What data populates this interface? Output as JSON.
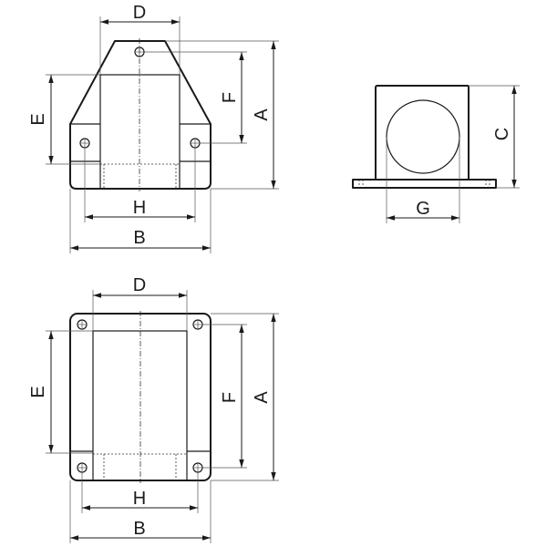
{
  "drawing": {
    "description": "Technical dimension drawing of a mounting bracket / flange housing",
    "views": [
      {
        "name": "front-view-trapezoid",
        "dimension_labels": {
          "top": "D",
          "left": "E",
          "right_inner": "F",
          "right_outer": "A",
          "bottom_inner": "H",
          "bottom_outer": "B"
        }
      },
      {
        "name": "side-view",
        "dimension_labels": {
          "right": "C",
          "bottom": "G"
        }
      },
      {
        "name": "top-view-rectangular",
        "dimension_labels": {
          "top": "D",
          "left": "E",
          "right_inner": "F",
          "right_outer": "A",
          "bottom_inner": "H",
          "bottom_outer": "B"
        }
      }
    ],
    "labels": {
      "v1_d": "D",
      "v1_e": "E",
      "v1_f": "F",
      "v1_a": "A",
      "v1_h": "H",
      "v1_b": "B",
      "v2_c": "C",
      "v2_g": "G",
      "v3_d": "D",
      "v3_e": "E",
      "v3_f": "F",
      "v3_a": "A",
      "v3_h": "H",
      "v3_b": "B"
    },
    "colors": {
      "line": "#1a1a1a",
      "background": "#ffffff"
    }
  }
}
